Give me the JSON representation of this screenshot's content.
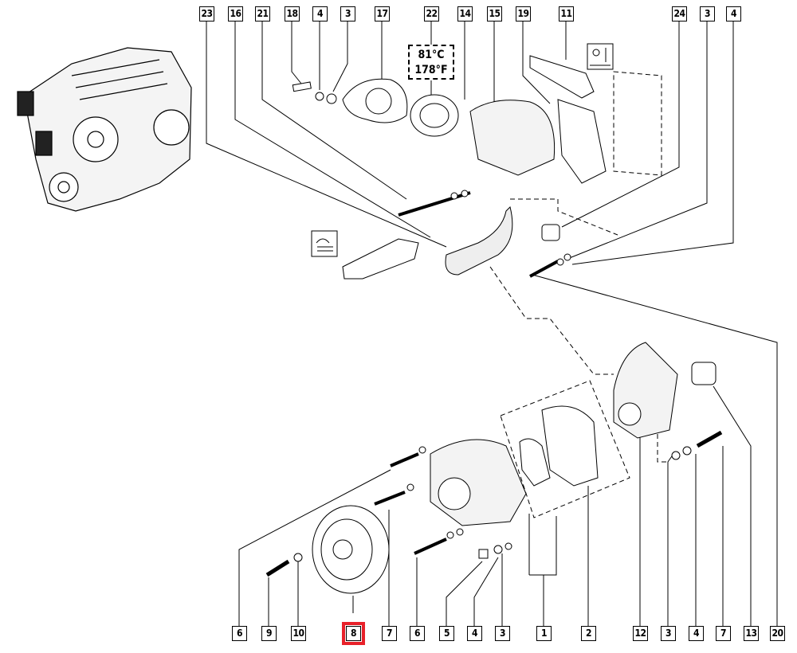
{
  "top_callouts": [
    "23",
    "16",
    "21",
    "18",
    "4",
    "3",
    "17",
    "22",
    "14",
    "15",
    "19",
    "11",
    "24",
    "3",
    "4"
  ],
  "bottom_callouts": [
    "6",
    "9",
    "10",
    "8",
    "7",
    "6",
    "5",
    "4",
    "3",
    "1",
    "2",
    "12",
    "3",
    "4",
    "7",
    "13",
    "20"
  ],
  "selected_callout": "8",
  "highlight_color": "#e8212a",
  "temperature": {
    "celsius": "81°C",
    "fahrenheit": "178°F"
  },
  "icons": [
    "engine-overview-illustration",
    "coolant-temperature-warning-icon",
    "coolant-temperature-gauge-icon"
  ]
}
